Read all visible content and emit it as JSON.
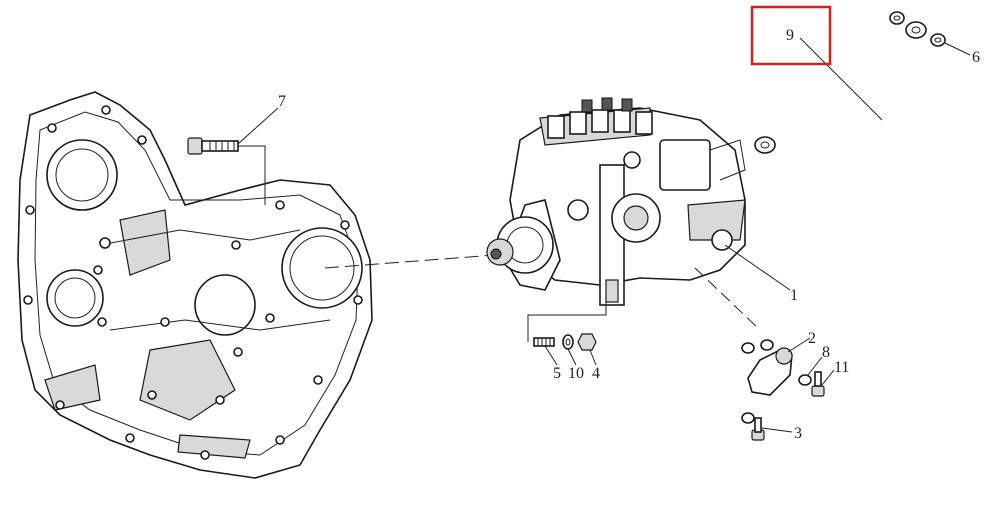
{
  "diagram": {
    "highlight_color": "#d12020",
    "callouts": {
      "c1": "1",
      "c2": "2",
      "c3": "3",
      "c4": "4",
      "c5": "5",
      "c6": "6",
      "c7": "7",
      "c8": "8",
      "c9": "9",
      "c10": "10",
      "c11": "11"
    },
    "highlighted_callout": "9"
  }
}
